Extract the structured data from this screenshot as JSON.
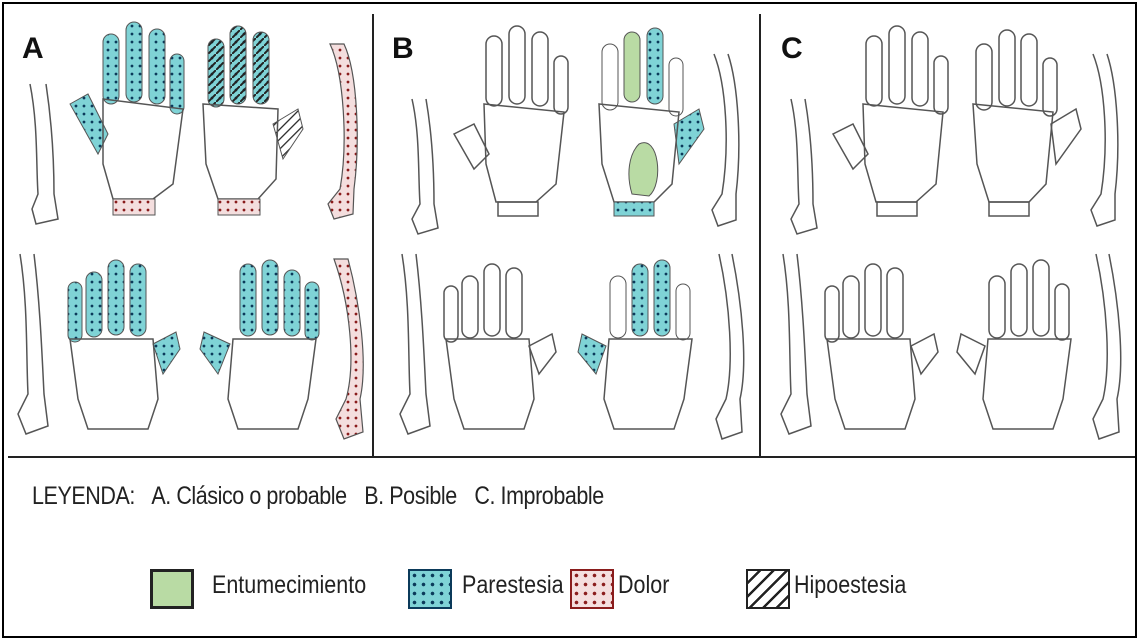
{
  "panels": [
    {
      "id": "A",
      "letter": "A"
    },
    {
      "id": "B",
      "letter": "B"
    },
    {
      "id": "C",
      "letter": "C"
    }
  ],
  "legend": {
    "heading": "LEYENDA:",
    "categories": [
      "A. Clásico o probable",
      "B. Posible",
      "C. Improbable"
    ],
    "items": [
      {
        "label": "Entumecimiento",
        "pattern": "solid-green"
      },
      {
        "label": "Parestesia",
        "pattern": "dotted-teal"
      },
      {
        "label": "Dolor",
        "pattern": "dotted-red"
      },
      {
        "label": "Hipoestesia",
        "pattern": "hatched"
      }
    ]
  },
  "colors": {
    "numbness": "#b9dba4",
    "paresthesia": "#7fd3d6",
    "pain": "#8a1c1c",
    "hatch": "#222222",
    "outline": "#555555"
  }
}
